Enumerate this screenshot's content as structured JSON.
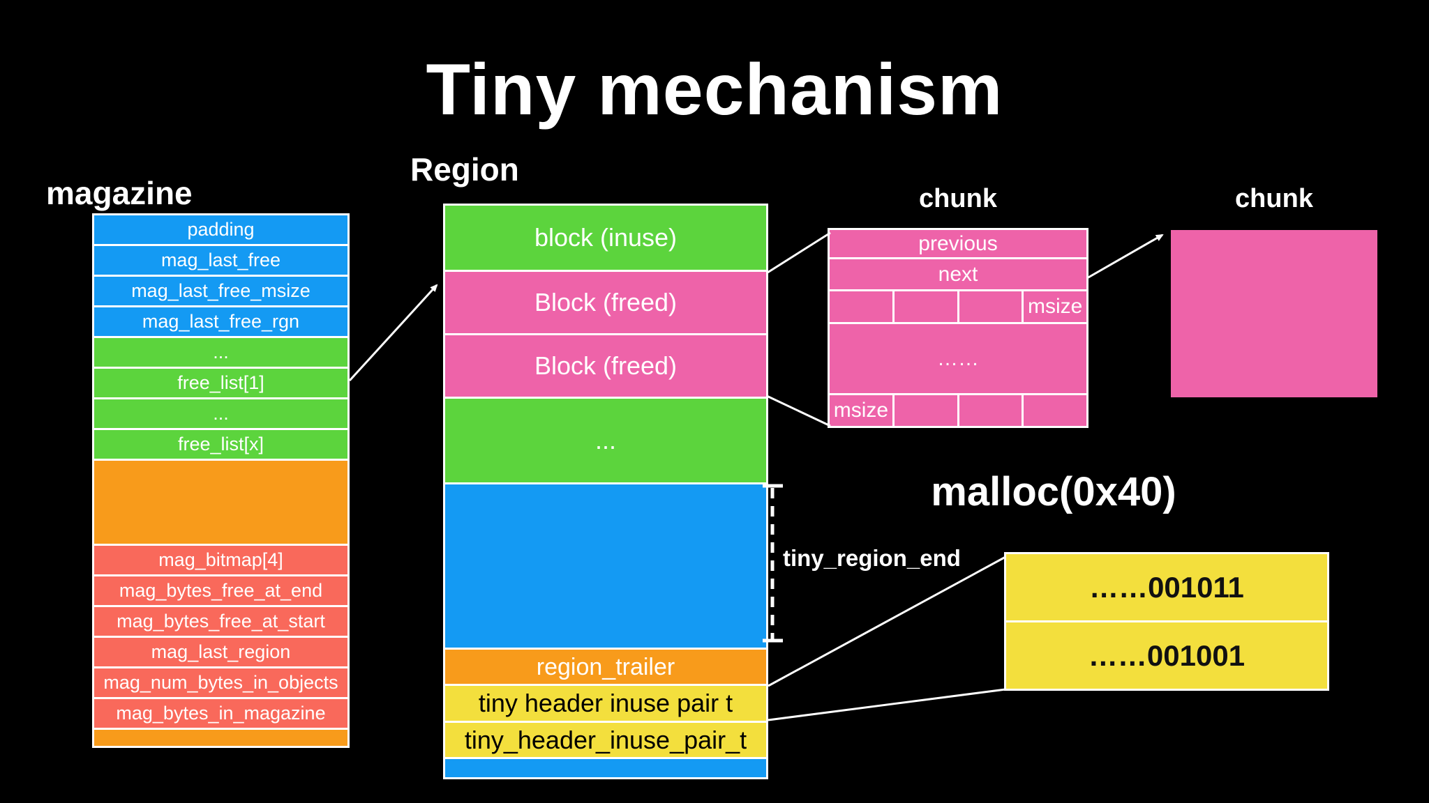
{
  "title": "Tiny mechanism",
  "colors": {
    "blue": "#149AF3",
    "green": "#5CD43D",
    "pink": "#EE63A9",
    "salmon": "#F9695B",
    "orange": "#F89B1B",
    "yellow": "#F3DF3D",
    "line": "#FFFFFF",
    "background": "#000000"
  },
  "magazine": {
    "label": "magazine",
    "rows": [
      {
        "text": "padding",
        "color": "blue"
      },
      {
        "text": "mag_last_free",
        "color": "blue"
      },
      {
        "text": "mag_last_free_msize",
        "color": "blue"
      },
      {
        "text": "mag_last_free_rgn",
        "color": "blue"
      },
      {
        "text": "...",
        "color": "green"
      },
      {
        "text": "free_list[1]",
        "color": "green"
      },
      {
        "text": "...",
        "color": "green"
      },
      {
        "text": "free_list[x]",
        "color": "green"
      },
      {
        "text": "",
        "color": "orange"
      },
      {
        "text": "mag_bitmap[4]",
        "color": "salmon"
      },
      {
        "text": "mag_bytes_free_at_end",
        "color": "salmon"
      },
      {
        "text": "mag_bytes_free_at_start",
        "color": "salmon"
      },
      {
        "text": "mag_last_region",
        "color": "salmon"
      },
      {
        "text": "mag_num_bytes_in_objects",
        "color": "salmon"
      },
      {
        "text": "mag_bytes_in_magazine",
        "color": "salmon"
      },
      {
        "text": "",
        "color": "orange"
      }
    ]
  },
  "region": {
    "label": "Region",
    "blocks": [
      {
        "text": "block (inuse)",
        "color": "green"
      },
      {
        "text": "Block (freed)",
        "color": "pink"
      },
      {
        "text": "Block (freed)",
        "color": "pink"
      },
      {
        "text": "...",
        "color": "green"
      },
      {
        "text": "",
        "color": "blue"
      },
      {
        "text": "region_trailer",
        "color": "orange"
      },
      {
        "text": "tiny header inuse pair t",
        "color": "yellow"
      },
      {
        "text": "tiny_header_inuse_pair_t",
        "color": "yellow"
      },
      {
        "text": "",
        "color": "blue"
      }
    ]
  },
  "chunk_table": {
    "label": "chunk",
    "row_previous": "previous",
    "row_next": "next",
    "msize_top": "msize",
    "dots": "……",
    "msize_bottom": "msize"
  },
  "chunk_box": {
    "label": "chunk"
  },
  "malloc_label": "malloc(0x40)",
  "tiny_region_end_label": "tiny_region_end",
  "result_blocks": {
    "value1": "……001011",
    "value2": "……001001"
  }
}
